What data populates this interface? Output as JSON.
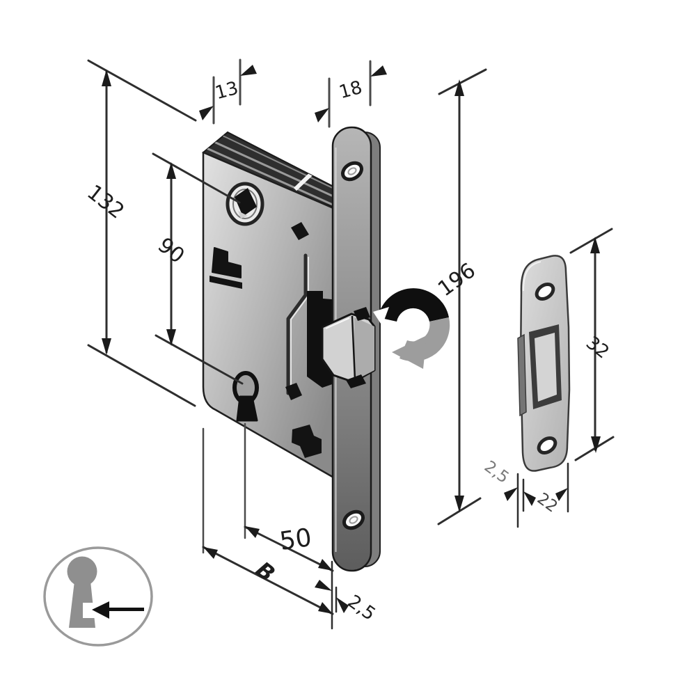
{
  "title": "Mortise patent lock technical diagram",
  "view": {
    "background": "#ffffff",
    "ink": "#1d1d1d",
    "metal_light": "#dcdcdc",
    "metal_mid": "#9a9a9a",
    "metal_dark": "#5f5f5f"
  },
  "lock_view": {
    "name": "lock body with rounded faceplate",
    "dims": {
      "case_width": "13",
      "faceplate_width": "18",
      "case_height": "132",
      "centers_distance": "90",
      "faceplate_height": "196",
      "backset": "50",
      "case_depth": "B",
      "faceplate_thickness": "2,5"
    },
    "icons": {
      "rotation_arrow": "curved-rotation-arrow",
      "keyhole_entry": "keyhole-with-left-arrow"
    }
  },
  "strike_view": {
    "name": "strike plate",
    "dims": {
      "plate_height": "32",
      "plate_width": "22",
      "plate_thickness": "2,5"
    }
  }
}
